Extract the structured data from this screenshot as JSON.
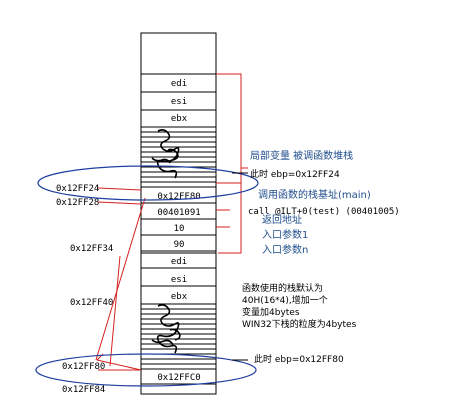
{
  "stack_cells": {
    "edi_top": "edi",
    "esi_top": "esi",
    "ebx_top": "ebx",
    "ebp_saved_main": "0x12FF80",
    "return_addr": "00401091",
    "param_1": "10",
    "param_n": "90",
    "edi_bottom": "edi",
    "esi_bottom": "esi",
    "ebx_bottom": "ebx",
    "ebp_saved_bottom": "0x12FFC0"
  },
  "address_labels": {
    "a_24": "0x12FF24",
    "a_28": "0x12FF28",
    "a_34": "0x12FF34",
    "a_40": "0x12FF40",
    "a_80": "0x12FF80",
    "a_84": "0x12FF84"
  },
  "annotations": {
    "local_vars": "局部变量 被调函数堆栈",
    "ebp_now_top": "此时 ebp=0x12FF24",
    "caller_ebp": "调用函数的栈基址(main)",
    "call_instr": "call @ILT+0(test) (00401005)",
    "return_addr_label": "返回地址",
    "param_1_label": "入口参数1",
    "param_n_label": "入口参数n",
    "frame_note_1": "函数使用的栈默认为",
    "frame_note_2": "40H(16*4),增加一个",
    "frame_note_3": "变量加4bytes",
    "frame_note_4": "WIN32下栈的粒度为4bytes",
    "ebp_now_bottom": "此时 ebp=0x12FF80"
  },
  "colors": {
    "blue_text": "#1f4e8c",
    "red_line": "#d42020",
    "ellipse": "#1f3fa0"
  }
}
